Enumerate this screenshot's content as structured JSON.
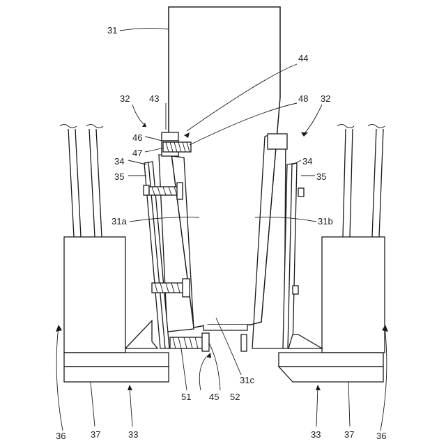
{
  "labels": {
    "l31": "31",
    "l44": "44",
    "l43": "43",
    "l48": "48",
    "l32a": "32",
    "l32b": "32",
    "l46": "46",
    "l47": "47",
    "l34a": "34",
    "l34b": "34",
    "l35a": "35",
    "l35b": "35",
    "l31a": "31a",
    "l31b": "31b",
    "l31c": "31c",
    "l51": "51",
    "l45": "45",
    "l52": "52",
    "l36a": "36",
    "l36b": "36",
    "l37a": "37",
    "l37b": "37",
    "l33a": "33",
    "l33b": "33"
  }
}
